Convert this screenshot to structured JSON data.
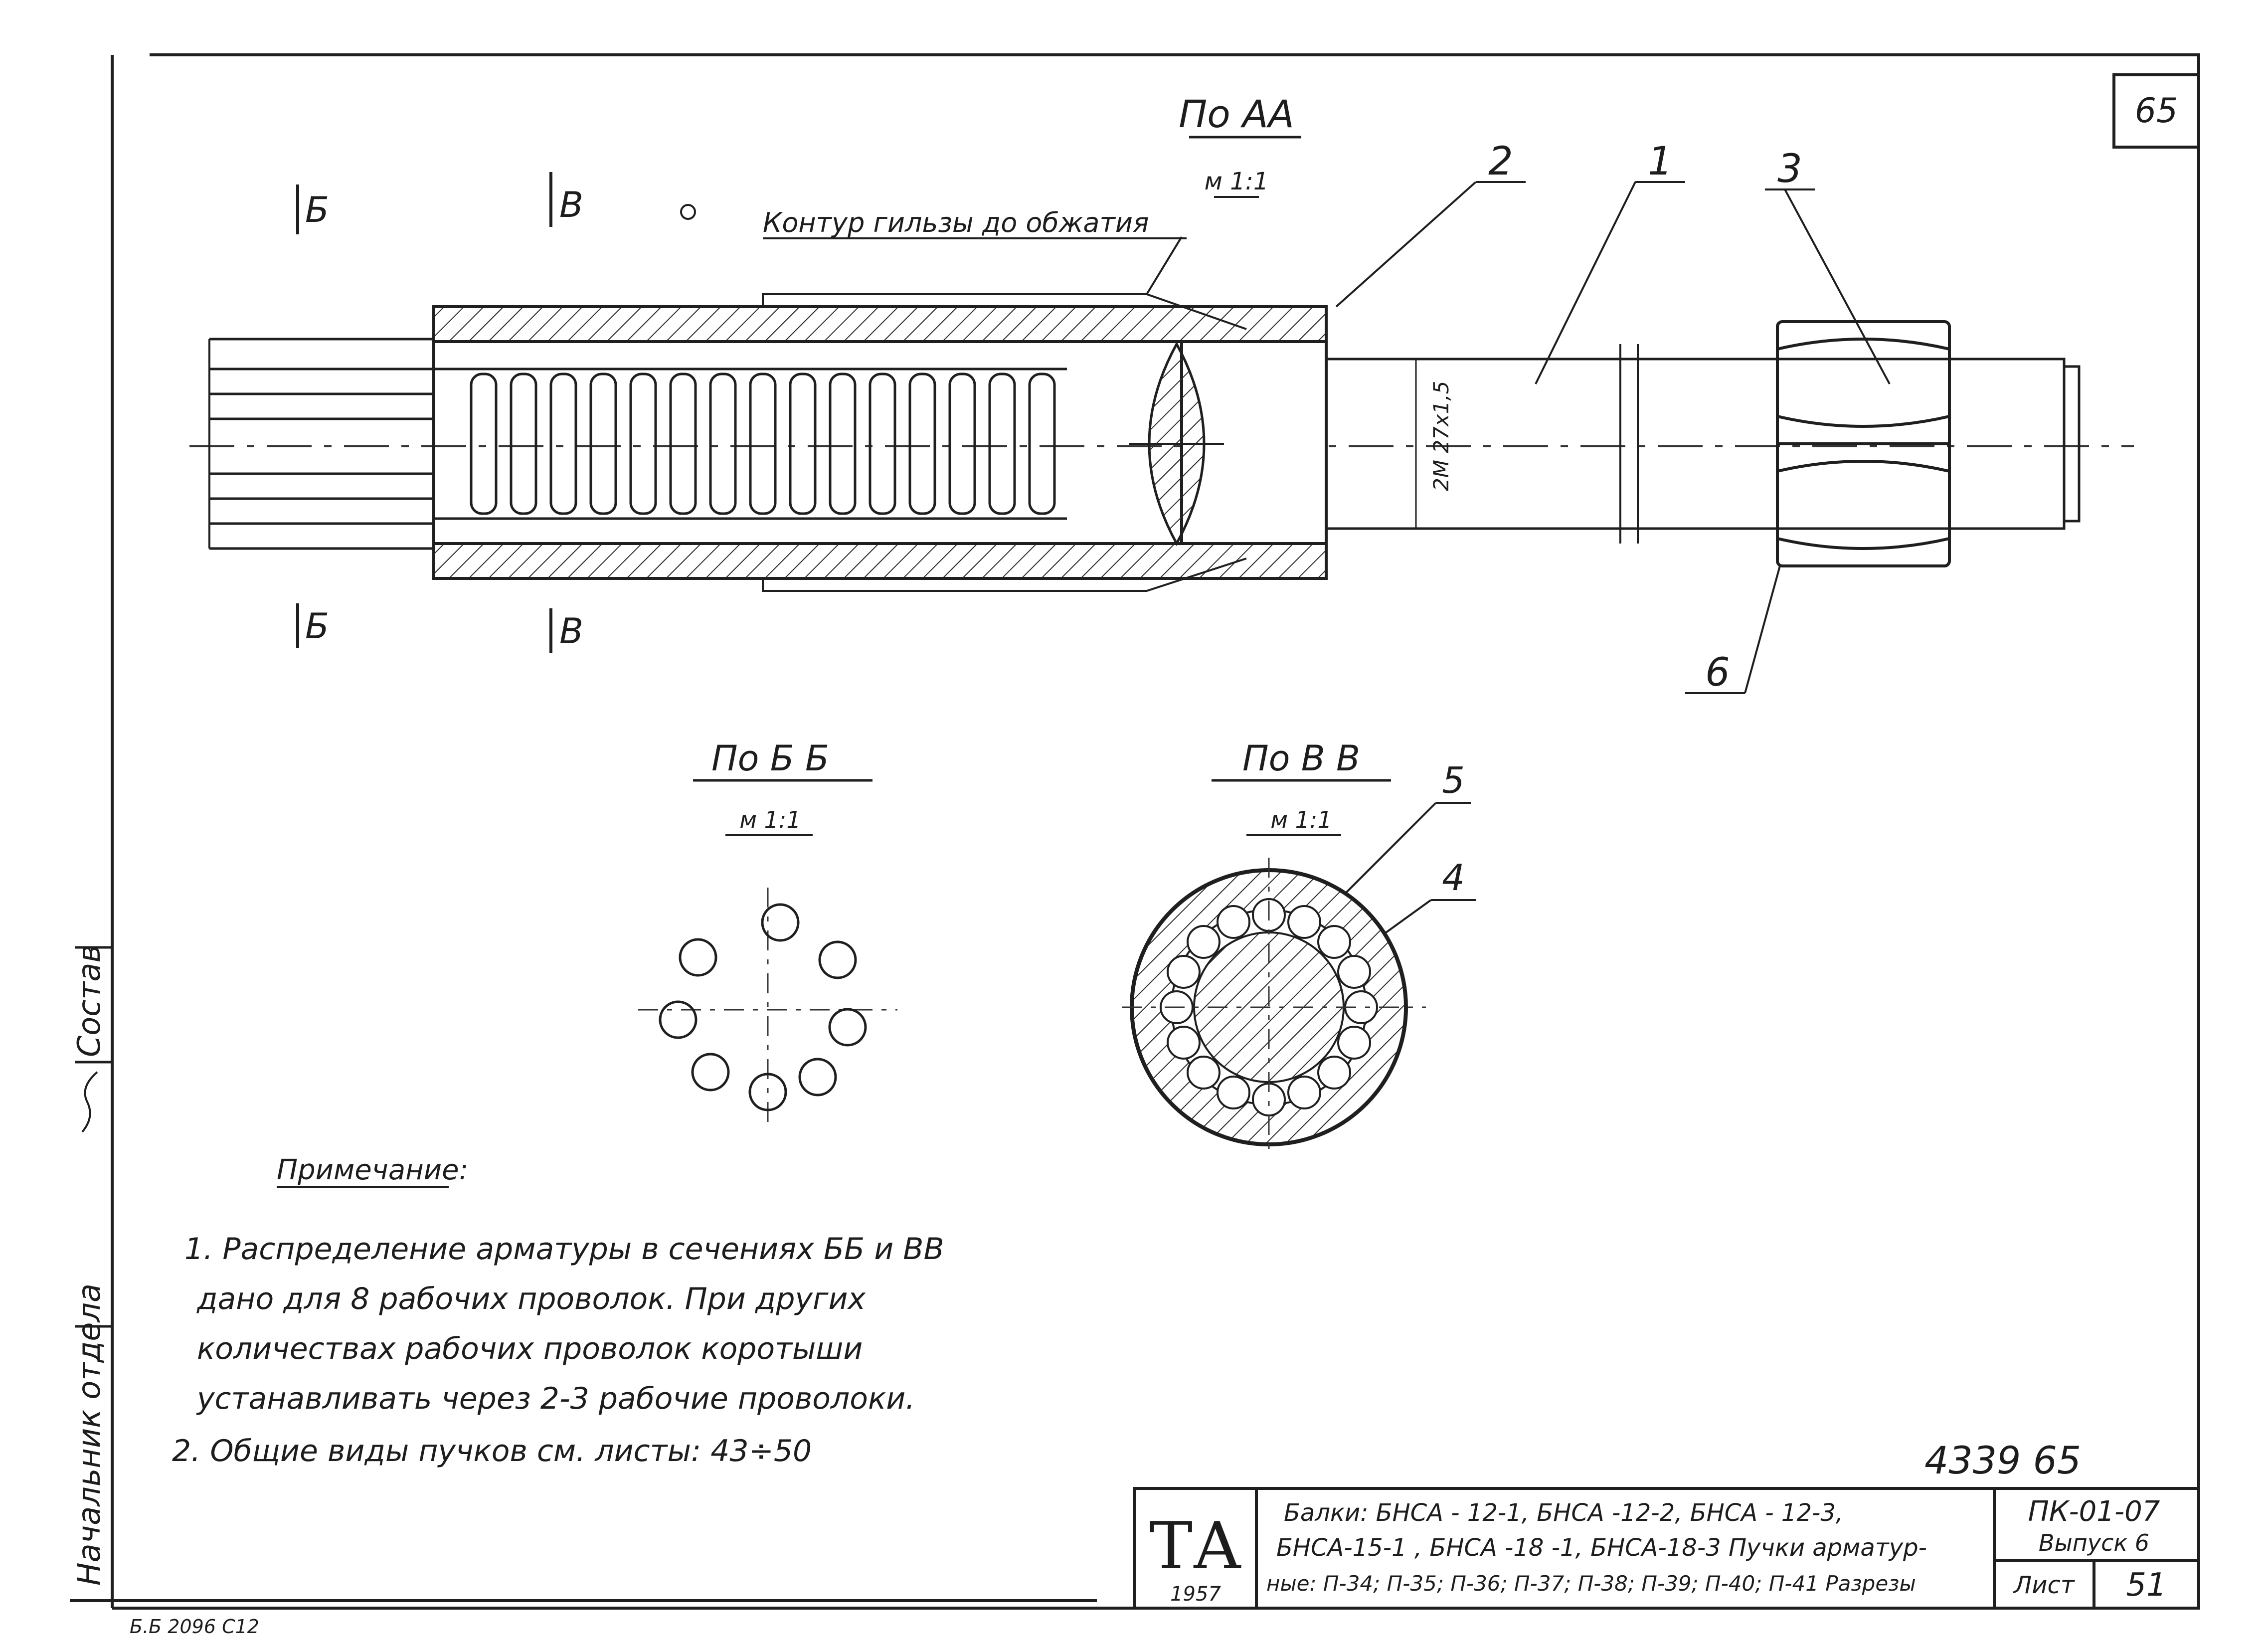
{
  "sheet": {
    "number": "65"
  },
  "views": {
    "main": {
      "title": "По АА",
      "scale": "м 1:1"
    },
    "section_bb": {
      "title": "По Б Б",
      "scale": "м 1:1"
    },
    "section_vv": {
      "title": "По В В",
      "scale": "м 1:1"
    }
  },
  "section_marks": {
    "b": "Б",
    "v": "В"
  },
  "callouts": {
    "c1": "1",
    "c2": "2",
    "c3": "3",
    "c4": "4",
    "c5": "5",
    "c6": "6"
  },
  "annotations": {
    "sleeve_contour": "Контур гильзы до обжатия",
    "thread": "2М 27х1,5"
  },
  "notes": {
    "heading": "Примечание:",
    "lines": [
      "1. Распределение   арматуры  в  сечениях  ББ и ВВ",
      "дано  для  8  рабочих  проволок.  При  других",
      "количествах  рабочих  проволок   коротыши",
      "устанавливать   через  2-3  рабочие  проволоки.",
      "2.  Общие   виды   пучков   см.  листы:  43÷50"
    ]
  },
  "stamp": {
    "logo": "ТА",
    "logo_year": "1957",
    "doc_number": "4339   65",
    "title_lines": [
      "Балки:  БНСА - 12-1,  БНСА -12-2,  БНСА - 12-3,",
      "БНСА-15-1 ,  БНСА -18 -1, БНСА-18-3  Пучки  арматур-",
      "ные: П-34; П-35; П-36; П-37; П-38; П-39; П-40; П-41  Разрезы"
    ],
    "series": "ПК-01-07",
    "issue": "Выпуск 6",
    "sheet_label": "Лист",
    "sheet_value": "51"
  },
  "side_column": {
    "head": "Начальник отдела",
    "mid": "Состав"
  },
  "footer": "Б.Б    2096   С12"
}
